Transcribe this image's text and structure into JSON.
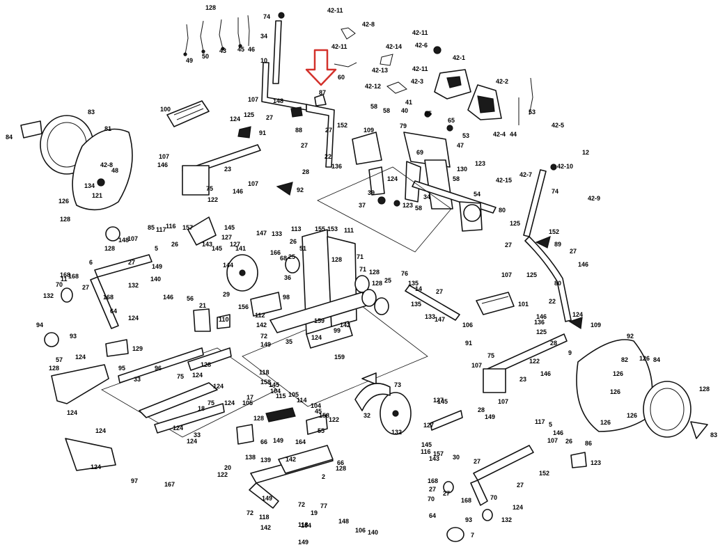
{
  "highlight": {
    "part_number": "87",
    "arrow_color": "#d3312b"
  },
  "callouts": [
    "128",
    "49",
    "50",
    "43",
    "45",
    "46",
    "74",
    "34",
    "10",
    "42-11",
    "42-8",
    "42-11",
    "42-14",
    "42-13",
    "60",
    "42-11",
    "42-6",
    "42-11",
    "42-1",
    "42-3",
    "42-2",
    "42-12",
    "107",
    "148",
    "87",
    "27",
    "27",
    "152",
    "58",
    "58",
    "41",
    "40",
    "85",
    "65",
    "83",
    "84",
    "81",
    "100",
    "125",
    "124",
    "91",
    "88",
    "27",
    "109",
    "79",
    "53",
    "53",
    "44",
    "42-4",
    "42-5",
    "42-8",
    "48",
    "134",
    "121",
    "126",
    "128",
    "107",
    "146",
    "23",
    "75",
    "122",
    "107",
    "146",
    "22",
    "136",
    "28",
    "92",
    "124",
    "39",
    "37",
    "123",
    "58",
    "69",
    "130",
    "47",
    "58",
    "123",
    "42-15",
    "42-7",
    "42-10",
    "74",
    "34",
    "12",
    "42-9",
    "54",
    "80",
    "125",
    "27",
    "152",
    "89",
    "27",
    "146",
    "107",
    "125",
    "80",
    "11",
    "128",
    "85",
    "117",
    "148",
    "107",
    "26",
    "5",
    "149",
    "140",
    "116",
    "157",
    "145",
    "127",
    "143",
    "145",
    "127",
    "141",
    "144",
    "147",
    "133",
    "113",
    "155",
    "153",
    "111",
    "166",
    "26",
    "68",
    "51",
    "25",
    "128",
    "71",
    "128",
    "71",
    "128",
    "25",
    "76",
    "135",
    "14",
    "27",
    "6",
    "27",
    "132",
    "168",
    "70",
    "168",
    "27",
    "168",
    "132",
    "64",
    "124",
    "93",
    "94",
    "57",
    "129",
    "56",
    "21",
    "29",
    "110",
    "146",
    "36",
    "98",
    "156",
    "112",
    "142",
    "72",
    "118",
    "149",
    "35",
    "159",
    "142",
    "124",
    "159",
    "99",
    "135",
    "133",
    "147",
    "106",
    "101",
    "22",
    "146",
    "136",
    "125",
    "124",
    "109",
    "28",
    "91",
    "107",
    "75",
    "23",
    "146",
    "107",
    "122",
    "9",
    "92",
    "82",
    "126",
    "126",
    "126",
    "126",
    "128",
    "83",
    "84",
    "126",
    "128",
    "124",
    "124",
    "124",
    "95",
    "124",
    "97",
    "167",
    "128",
    "96",
    "33",
    "124",
    "75",
    "124",
    "75",
    "124",
    "18",
    "124",
    "33",
    "124",
    "158",
    "145",
    "104",
    "115",
    "105",
    "17",
    "114",
    "105",
    "104",
    "45",
    "158",
    "122",
    "55",
    "128",
    "149",
    "138",
    "139",
    "66",
    "164",
    "20",
    "122",
    "66",
    "128",
    "2",
    "142",
    "149",
    "72",
    "118",
    "142",
    "72",
    "118",
    "149",
    "164",
    "19",
    "77",
    "148",
    "106",
    "140",
    "152",
    "28",
    "149",
    "117",
    "5",
    "146",
    "107",
    "26",
    "86",
    "123",
    "127",
    "145",
    "127",
    "145",
    "116",
    "143",
    "157",
    "30",
    "32",
    "73",
    "132",
    "168",
    "27",
    "70",
    "27",
    "168",
    "70",
    "132",
    "124",
    "64",
    "93",
    "7",
    "27",
    "27"
  ],
  "legend": {}
}
